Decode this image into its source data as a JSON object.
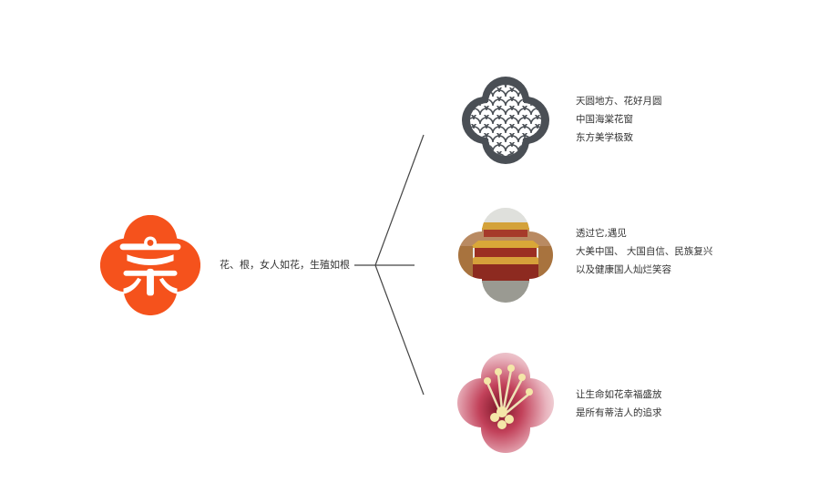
{
  "center": {
    "logo_icon": "orange-quatrefoil-brand-logo-icon",
    "brand_color": "#f5521c",
    "slogan": "花、根，女人如花，生殖如根"
  },
  "branches": [
    {
      "image_icon": "chinese-lattice-window-icon",
      "lines": [
        "天圆地方、花好月圆",
        "中国海棠花窗",
        "东方美学极致"
      ]
    },
    {
      "image_icon": "forbidden-city-palace-photo",
      "lines": [
        "透过它,遇见",
        "大美中国、 大国自信、民族复兴",
        "以及健康国人灿烂笑容"
      ]
    },
    {
      "image_icon": "flower-closeup-photo",
      "lines": [
        "让生命如花幸福盛放",
        "是所有蒂洁人的追求"
      ]
    }
  ]
}
